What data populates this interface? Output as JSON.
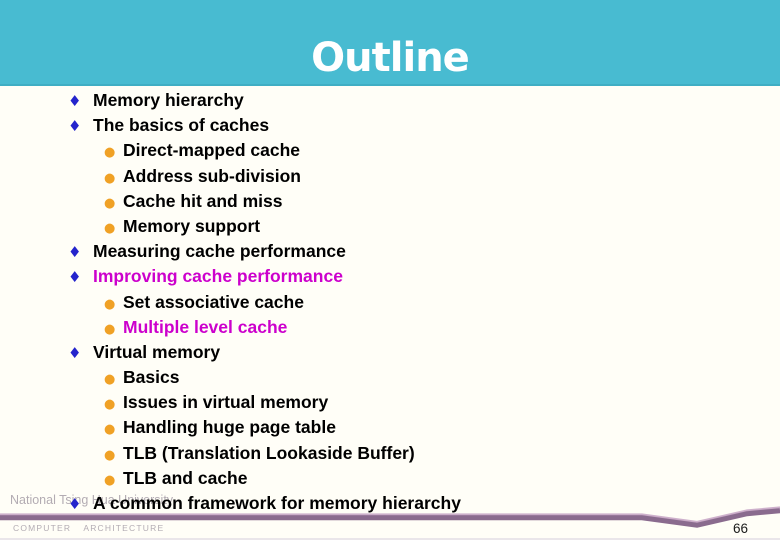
{
  "slide": {
    "title": "Outline",
    "page_number": "66",
    "watermark": {
      "university": "National Tsing Hua University",
      "department": "COMPUTER ARCHITECTURE"
    },
    "icons": {
      "level1_bullet": "♦",
      "level2_bullet": "●"
    },
    "colors": {
      "banner": "#48BBD1",
      "banner_edge": "#3FAEC4",
      "background": "#FFFEF7",
      "title_text": "#FFFFFF",
      "body_text": "#000000",
      "highlight_text": "#CC00CC",
      "bullet_level1": "#2424CC",
      "bullet_level2": "#F0A125",
      "footer_line": "#8A6B8E",
      "footer_line_highlight": "#C9A8C6",
      "watermark_text": "#B3ACB3",
      "page_number_text": "#1A1A1A"
    },
    "outline": {
      "items": [
        {
          "level": 1,
          "text": "Memory hierarchy",
          "highlight": false
        },
        {
          "level": 1,
          "text": "The basics of caches",
          "highlight": false
        },
        {
          "level": 2,
          "text": "Direct-mapped cache",
          "highlight": false
        },
        {
          "level": 2,
          "text": "Address sub-division",
          "highlight": false
        },
        {
          "level": 2,
          "text": "Cache hit and miss",
          "highlight": false
        },
        {
          "level": 2,
          "text": "Memory support",
          "highlight": false
        },
        {
          "level": 1,
          "text": "Measuring cache performance",
          "highlight": false
        },
        {
          "level": 1,
          "text": "Improving cache performance",
          "highlight": true
        },
        {
          "level": 2,
          "text": "Set associative cache",
          "highlight": false
        },
        {
          "level": 2,
          "text": "Multiple level cache",
          "highlight": true
        },
        {
          "level": 1,
          "text": "Virtual memory",
          "highlight": false
        },
        {
          "level": 2,
          "text": "Basics",
          "highlight": false
        },
        {
          "level": 2,
          "text": "Issues in virtual memory",
          "highlight": false
        },
        {
          "level": 2,
          "text": "Handling huge page table",
          "highlight": false
        },
        {
          "level": 2,
          "text": "TLB (Translation Lookaside Buffer)",
          "highlight": false
        },
        {
          "level": 2,
          "text": "TLB and cache",
          "highlight": false
        },
        {
          "level": 1,
          "text": "A common framework for memory hierarchy",
          "highlight": false
        }
      ]
    }
  }
}
